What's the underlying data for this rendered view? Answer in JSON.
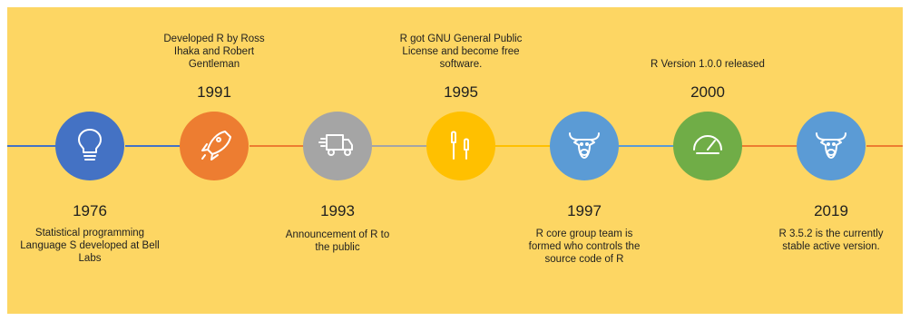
{
  "events": [
    {
      "year": "1976",
      "text": "Statistical programming Language S developed at Bell Labs",
      "color": "#4472c4",
      "icon": "lightbulb-icon"
    },
    {
      "year": "1991",
      "text": "Developed R by Ross Ihaka and Robert Gentleman",
      "color": "#ed7d31",
      "icon": "rocket-icon"
    },
    {
      "year": "1993",
      "text": "Announcement of R to the public",
      "color": "#a5a5a5",
      "icon": "truck-icon"
    },
    {
      "year": "1995",
      "text": "R got GNU General Public License and become free software.",
      "color": "#ffc000",
      "icon": "earphones-icon"
    },
    {
      "year": "1997",
      "text": "R core group team is formed who controls the source code of R",
      "color": "#5b9bd5",
      "icon": "bull-icon"
    },
    {
      "year": "2000",
      "text": "R Version 1.0.0 released",
      "color": "#70ad47",
      "icon": "gauge-icon"
    },
    {
      "year": "2019",
      "text": "R 3.5.2 is the currently stable active version.",
      "color": "#5b9bd5",
      "icon": "bull-icon"
    }
  ],
  "connector_colors": [
    "#4472c4",
    "#ed7d31",
    "#a5a5a5",
    "#ffc000",
    "#5b9bd5",
    "#70ad47",
    "#ed7d31"
  ]
}
